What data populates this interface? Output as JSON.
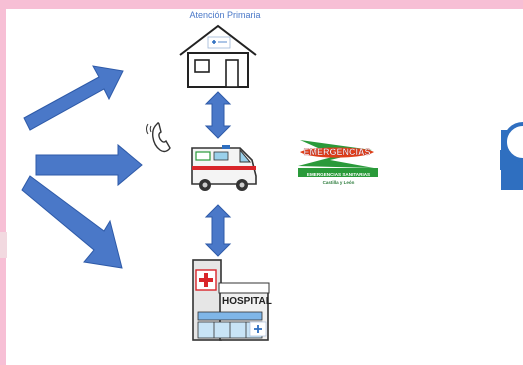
{
  "diagram": {
    "label_top": "Atención Primaria",
    "hospital_sign": "HOSPITAL",
    "emergency_logo": {
      "title": "EMERGENCIAS",
      "subtitle": "EMERGENCIAS SANITARIAS",
      "region": "Castilla y León"
    }
  },
  "colors": {
    "background": "#f7bfd5",
    "arrow_blue": "#4a78c8",
    "arrow_stroke": "#2e5aa8",
    "cross_blue": "#2f6fc0",
    "hospital_red": "#d9252a",
    "logo_green": "#2a9a3a",
    "logo_red": "#e0401a"
  }
}
